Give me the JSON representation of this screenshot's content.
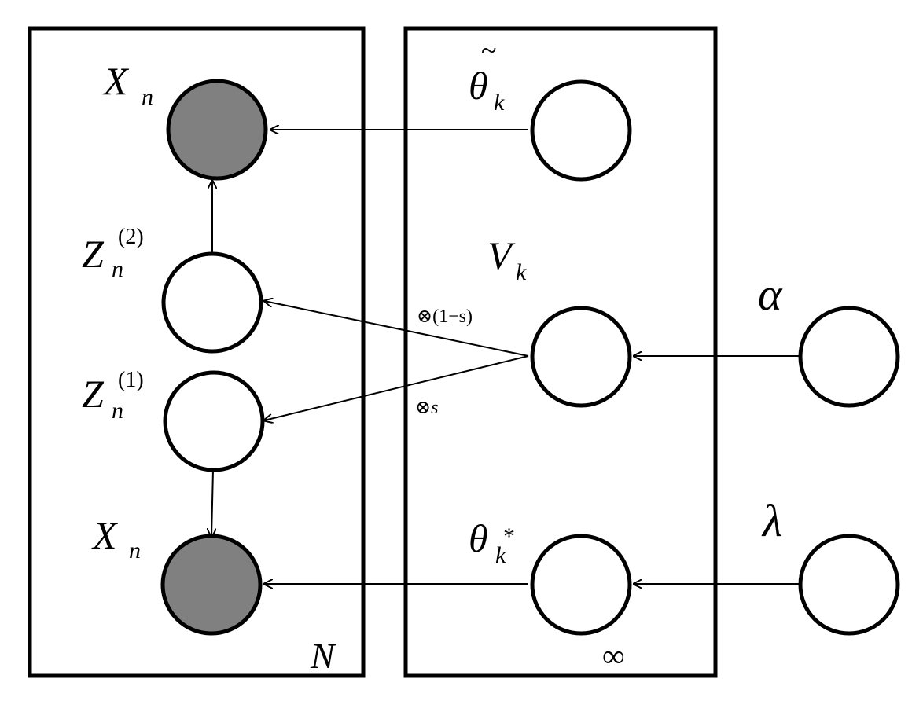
{
  "plates": {
    "left_label": "N",
    "right_label": "∞"
  },
  "nodes": {
    "x_top": {
      "main": "X",
      "sub": "n"
    },
    "z2": {
      "main": "Z",
      "sub": "n",
      "sup": "(2)"
    },
    "z1": {
      "main": "Z",
      "sub": "n",
      "sup": "(1)"
    },
    "x_bottom": {
      "main": "X",
      "sub": "n"
    },
    "theta_tilde": {
      "main": "θ",
      "sub": "k",
      "accent": "~"
    },
    "v": {
      "main": "V",
      "sub": "k"
    },
    "theta_star": {
      "main": "θ",
      "sub": "k",
      "sup": "*"
    },
    "alpha": {
      "main": "α"
    },
    "lambda": {
      "main": "λ"
    }
  },
  "edge_labels": {
    "to_z2": "⊗(1−s)",
    "to_z1": "⊗s"
  },
  "colors": {
    "observed_fill": "#808080",
    "latent_fill": "#ffffff",
    "stroke": "#000000"
  }
}
